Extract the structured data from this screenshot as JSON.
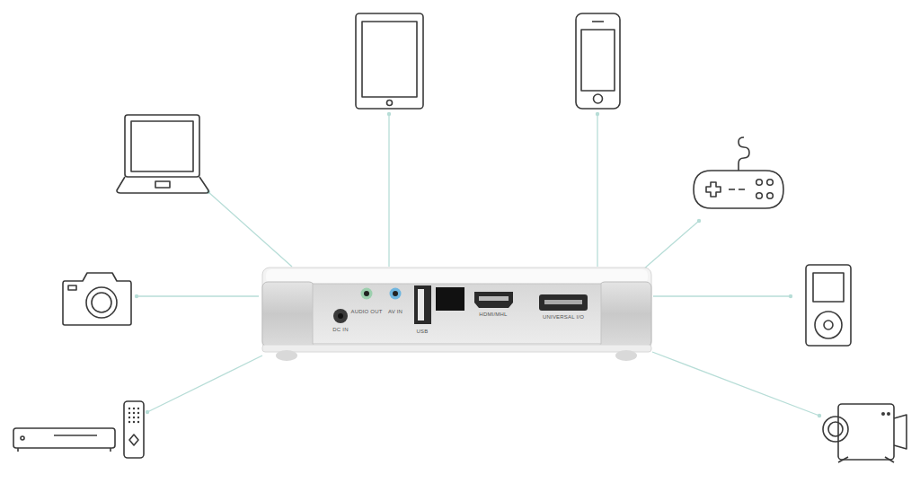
{
  "diagram": {
    "labels": [
      "AUDIO OUT",
      "AV IN",
      "HDMI/MHL",
      "UNIVERSAL I/O",
      "DC IN",
      "USB"
    ]
  }
}
